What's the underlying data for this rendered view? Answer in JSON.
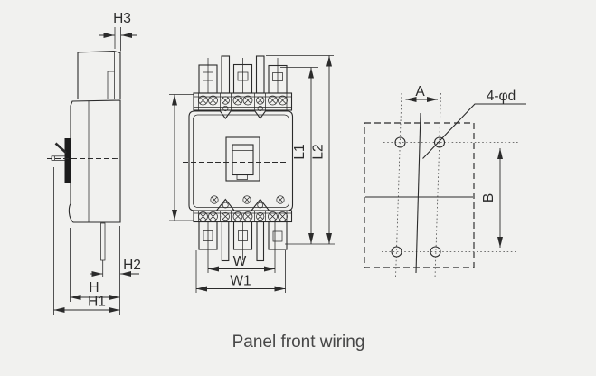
{
  "caption": "Panel front wiring",
  "colors": {
    "background": "#f1f1ef",
    "line": "#2b2b2b",
    "handle_fill": "#1c1c1c",
    "caption_text": "#474747"
  },
  "side_view": {
    "dims": {
      "h3": "H3",
      "h2": "H2",
      "h": "H",
      "h1": "H1"
    }
  },
  "front_view": {
    "dims": {
      "l1": "L1",
      "l2": "L2",
      "w": "W",
      "w1": "W1"
    }
  },
  "mounting_panel": {
    "dims": {
      "a": "A",
      "b": "B"
    },
    "hole_callout": "4-φd"
  }
}
